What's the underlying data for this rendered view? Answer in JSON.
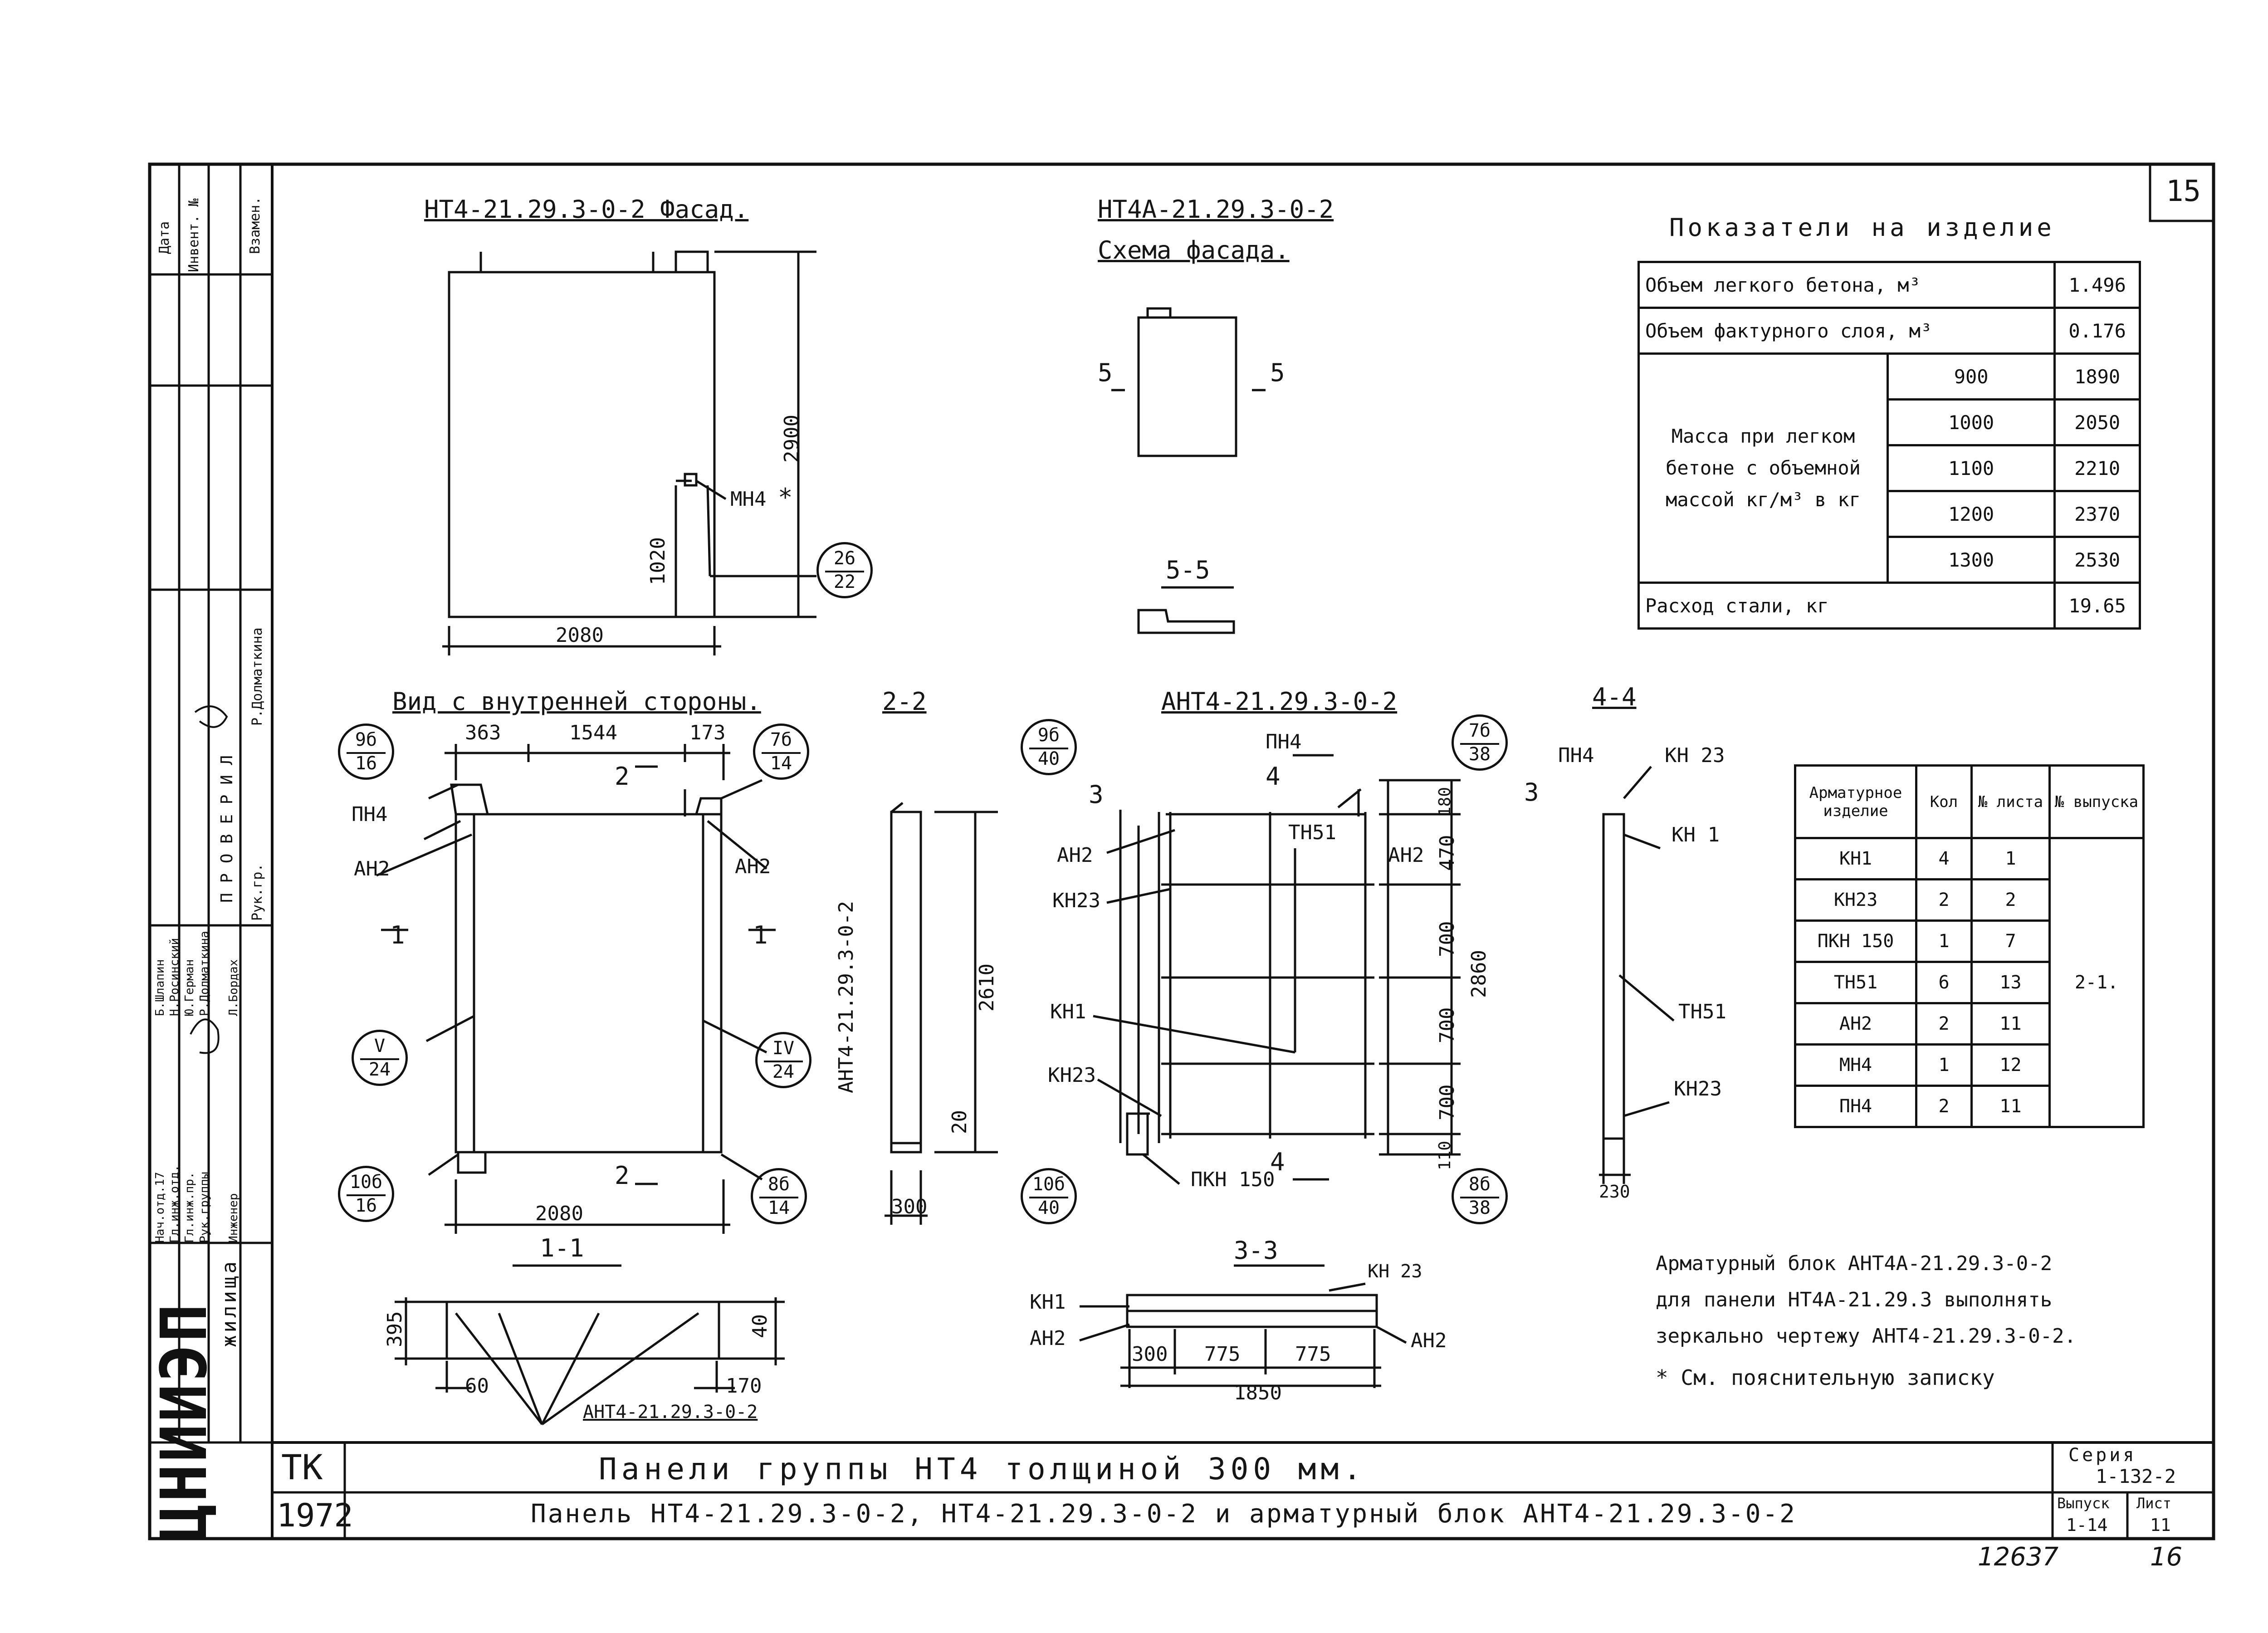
{
  "sheet_number": "15",
  "drawings": {
    "facade_title": "НТ4-21.29.3-0-2 Фасад.",
    "scheme_title_1": "НТ4А-21.29.3-0-2",
    "scheme_title_2": "Схема фасада.",
    "inner_view_title": "Вид с внутренней стороны.",
    "sec22": "2-2",
    "arm_block_title": "АНТ4-21.29.3-0-2",
    "sec44": "4-4",
    "sec55": "5-5",
    "sec11": "1-1",
    "sec33": "3-3",
    "vertical_mark": "АНТ4-21.29.3-0-2",
    "sec11_mark": "АНТ4-21.29.3-0-2"
  },
  "dimensions": {
    "d2900": "2900",
    "d1020": "1020",
    "d2080a": "2080",
    "d2080b": "2080",
    "d363": "363",
    "d1544": "1544",
    "d173": "173",
    "d2610": "2610",
    "d20": "20",
    "d300a": "300",
    "d180": "180",
    "d470": "470",
    "d700a": "700",
    "d700b": "700",
    "d700c": "700",
    "d110": "110",
    "d2860": "2860",
    "d230": "230",
    "d395": "395",
    "d40": "40",
    "d60": "60",
    "d170": "170",
    "d300b": "300",
    "d775a": "775",
    "d775b": "775",
    "d1850": "1850"
  },
  "marks": {
    "mn4": "МН4",
    "star": "*",
    "pn4a": "ПН4",
    "an2a": "АН2",
    "an2b": "АН2",
    "pn4b": "ПН4",
    "an2c": "АН2",
    "an2d": "АН2",
    "kn23a": "КН23",
    "tn51a": "ТН51",
    "kn1a": "КН1",
    "kn23b": "КН23",
    "pkn150": "ПКН 150",
    "pn4c": "ПН4",
    "kn23c": "КН 23",
    "kn1b": "КН 1",
    "tn51b": "ТН51",
    "kn23d": "КН23",
    "kn1c": "КН1",
    "an2e": "АН2",
    "kn23e": "КН 23",
    "an2f": "АН2",
    "cut5l": "5",
    "cut5r": "5",
    "cut1l": "1",
    "cut1r": "1",
    "cut2t": "2",
    "cut2b": "2",
    "cut3a": "3",
    "cut3b": "3",
    "cut4t": "4",
    "cut4b": "4"
  },
  "callouts": [
    {
      "n": "26",
      "d": "22"
    },
    {
      "n": "9б",
      "d": "16"
    },
    {
      "n": "7б",
      "d": "14"
    },
    {
      "n": "V",
      "d": "24"
    },
    {
      "n": "IV",
      "d": "24"
    },
    {
      "n": "10б",
      "d": "16"
    },
    {
      "n": "8б",
      "d": "14"
    },
    {
      "n": "9б",
      "d": "40"
    },
    {
      "n": "7б",
      "d": "38"
    },
    {
      "n": "10б",
      "d": "40"
    },
    {
      "n": "8б",
      "d": "38"
    }
  ],
  "indicators": {
    "title": "Показатели на изделие",
    "r1_label": "Объем легкого бетона, м³",
    "r1_value": "1.496",
    "r2_label": "Объем фактурного слоя, м³",
    "r2_value": "0.176",
    "mass_label": "Масса при легком бетоне с объемной массой кг/м³ в кг",
    "mass_rows": [
      {
        "density": "900",
        "mass": "1890"
      },
      {
        "density": "1000",
        "mass": "2050"
      },
      {
        "density": "1100",
        "mass": "2210"
      },
      {
        "density": "1200",
        "mass": "2370"
      },
      {
        "density": "1300",
        "mass": "2530"
      }
    ],
    "steel_label": "Расход стали, кг",
    "steel_value": "19.65"
  },
  "arm_table": {
    "h_item": "Арматурное изделие",
    "h_qty": "Кол",
    "h_sheet": "№ листа",
    "h_issue": "№ выпуска",
    "issue": "2-1.",
    "rows": [
      {
        "item": "КН1",
        "qty": "4",
        "sheet": "1"
      },
      {
        "item": "КН23",
        "qty": "2",
        "sheet": "2"
      },
      {
        "item": "ПКН 150",
        "qty": "1",
        "sheet": "7"
      },
      {
        "item": "ТН51",
        "qty": "6",
        "sheet": "13"
      },
      {
        "item": "АН2",
        "qty": "2",
        "sheet": "11"
      },
      {
        "item": "МН4",
        "qty": "1",
        "sheet": "12"
      },
      {
        "item": "ПН4",
        "qty": "2",
        "sheet": "11"
      }
    ]
  },
  "notes": {
    "line1": "Арматурный блок АНТ4А-21.29.3-0-2",
    "line2": "для панели НТ4А-21.29.3 выполнять",
    "line3": "зеркально чертежу АНТ4-21.29.3-0-2.",
    "line4": "* См. пояснительную записку"
  },
  "stamp": {
    "tk": "ТК",
    "year": "1972",
    "title1": "Панели группы НТ4 толщиной 300 мм.",
    "title2": "Панель НТ4-21.29.3-0-2, НТ4-21.29.3-0-2 и арматурный блок АНТ4-21.29.3-0-2",
    "series_label": "Серия",
    "series_value": "1-132-2",
    "issue_label": "Выпуск",
    "issue_value": "1-14",
    "sheet_label": "Лист",
    "sheet_value": "11",
    "org": "ЦНИИЭП",
    "org2": "жилища"
  },
  "side": {
    "date": "Дата",
    "inv": "Инвент. №",
    "vzamen": "Взамен.",
    "check": "П Р О В Е Р И Л",
    "ruk_gr": "Рук.гр.",
    "dolmatkina": "Р.Долматкина",
    "roles": [
      "Нач.отд.17",
      "Гл.инж.отд.",
      "Гл.инж.пр.",
      "Рук.группы",
      "Инженер"
    ],
    "names": [
      "Б.Шлапин",
      "Н.Росинский",
      "Ю.Герман",
      "Р.Долматкина",
      "Л.Бордах"
    ]
  },
  "footer": {
    "num1": "12637",
    "num2": "16"
  }
}
